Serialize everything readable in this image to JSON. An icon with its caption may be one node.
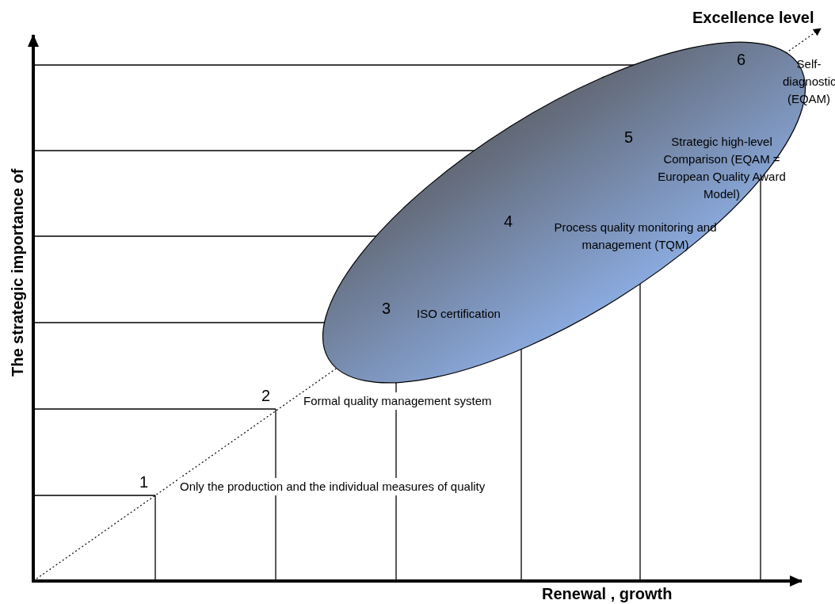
{
  "diagram": {
    "nodes": [
      {
        "text": [
          "6",
          "Self-diagnostic (EQAM)",
          "5",
          "Strategic high-level Comparison (EQAM = European Quality Award Model)",
          "4",
          "Process quality monitoring and management (TQM)",
          "3",
          "ISO certification"
        ]
      }
    ],
    "labels": [
      "Excellence level",
      "The strategic importance of",
      "2",
      "Formal quality management system",
      "1",
      "Only the production and the individual measures of quality",
      "Renewal , growth"
    ]
  }
}
